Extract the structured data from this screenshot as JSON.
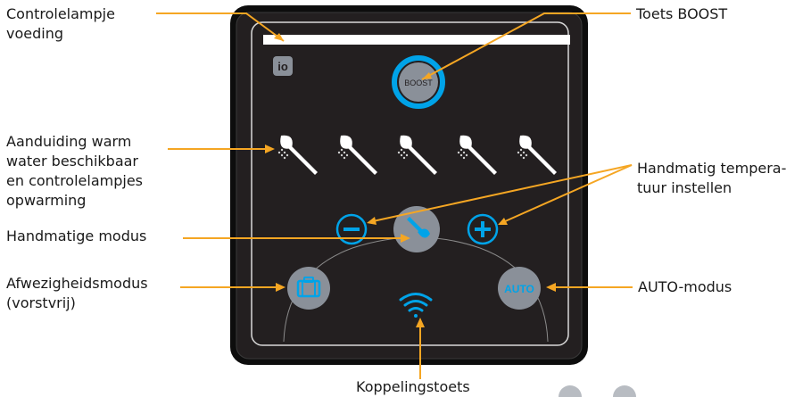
{
  "labels": {
    "power_indicator": [
      "Controlelampje",
      "voeding"
    ],
    "boost_key": "Toets BOOST",
    "hot_water": [
      "Aanduiding warm",
      "water beschikbaar",
      "en controlelampjes",
      "opwarming"
    ],
    "manual_temp": [
      "Handmatig tempera-",
      "tuur instellen"
    ],
    "manual_mode": "Handmatige modus",
    "absence_mode": [
      "Afwezigheidsmodus",
      "(vorstvrij)"
    ],
    "auto_mode_label": "AUTO-modus",
    "pairing_key": "Koppelingstoets"
  },
  "panel": {
    "io_logo": "io",
    "boost_button": "BOOST",
    "auto_button": "AUTO",
    "shower_indicator_count": 5
  },
  "colors": {
    "panel": "#231f20",
    "bezel": "#0d0d0d",
    "accent_blue": "#00a3e8",
    "button_grey": "#8a9099",
    "leader_orange": "#f5a623"
  }
}
